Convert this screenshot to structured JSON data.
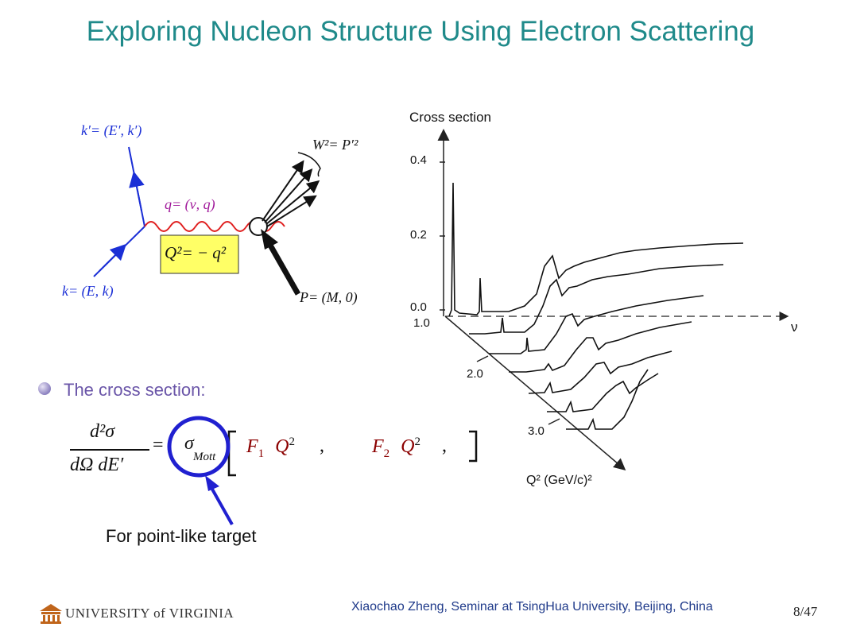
{
  "slide": {
    "title": "Exploring Nucleon Structure Using Electron Scattering",
    "bullet": "The cross section:",
    "annotation": "For point-like target",
    "footer": "Xiaochao Zheng, Seminar at TsingHua University, Beijing, China",
    "page_number": "8/47",
    "logo_text": "UNIVERSITY of VIRGINIA",
    "accent_color": "#1f8a8a"
  },
  "feynman": {
    "k_prime": "k′= (E′, k′)",
    "k": "k= (E, k)",
    "q": "q= (ν, q)",
    "q2": "Q²= − q²",
    "w2": "W²= P′²",
    "p": "P= (M, 0)"
  },
  "formula": {
    "lhs_num": "d²σ",
    "lhs_den": "dΩ dE′",
    "mott": "σ",
    "mott_sub": "Mott",
    "f1": "F",
    "f1_sub": "1",
    "f2": "F",
    "f2_sub": "2",
    "q2": "Q",
    "sup2": "2"
  },
  "plot": {
    "ylabel": "Cross section",
    "yticks": [
      "0.4",
      "0.2",
      "0.0"
    ],
    "xlabel": "ν",
    "q2_ticks": [
      "1.0",
      "2.0",
      "3.0"
    ],
    "q2_axis": "Q² (GeV/c)²"
  }
}
